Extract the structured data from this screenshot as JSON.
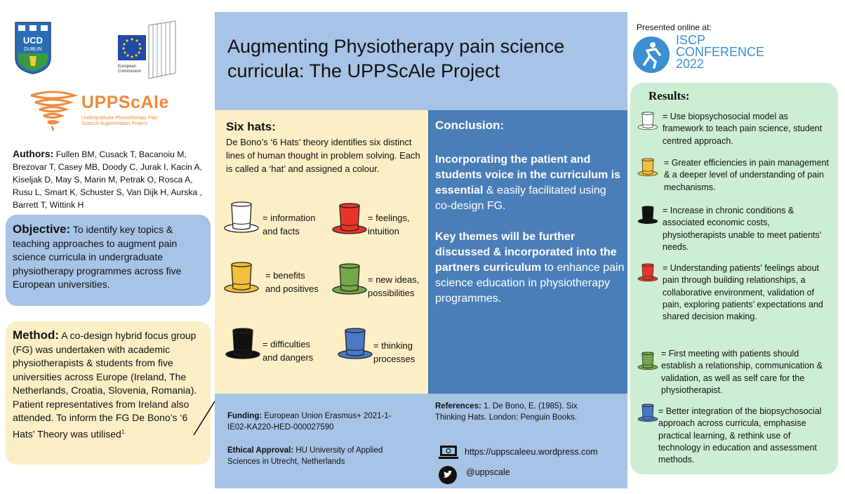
{
  "logos": {
    "ucd": "UCD DUBLIN",
    "eu": "European Commission",
    "uppscale": "UPPScAle",
    "uppscale_tagline": "Undergraduate Physiotherapy Pain Science Augmentation Project"
  },
  "authors": {
    "label": "Authors:",
    "text": "Fullen BM, Cusack T, Bacanoiu M, Brezovar T, Casey MB, Doody C, Jurak I, Kacin A, Kiseljak D, May S, Marin M, Petrak O, Rosca A, Rusu L, Smart K, Schuster S, Van Dijk H, Aurska , Barrett T, Wittink H"
  },
  "objective": {
    "label": "Objective:",
    "text": "To identify key topics & teaching approaches to augment pain science curricula in undergraduate physiotherapy programmes across five European universities."
  },
  "method": {
    "label": "Method:",
    "text": "A co-design hybrid focus group (FG) was undertaken with academic physiotherapists & students from five universities across Europe (Ireland, The Netherlands, Croatia, Slovenia, Romania). Patient representatives from Ireland also attended. To inform the FG De Bono’s ‘6 Hats’ Theory was utilised",
    "superscript": "1."
  },
  "title": "Augmenting Physiotherapy pain science curricula: The UPPScAle Project",
  "six_hats": {
    "heading": "Six hats:",
    "description": "De Bono’s ‘6 Hats’ theory identifies six distinct lines of human thought in problem solving. Each is called a ‘hat’ and assigned a colour.",
    "hats": [
      {
        "color": "#ffffff",
        "line1": "= information",
        "line2": "and facts"
      },
      {
        "color": "#e8352b",
        "line1": "= feelings,",
        "line2": "intuition"
      },
      {
        "color": "#f4bf3a",
        "line1": "= benefits",
        "line2": "and positives"
      },
      {
        "color": "#74a84a",
        "line1": "= new ideas,",
        "line2": "possibilities"
      },
      {
        "color": "#111111",
        "line1": "= difficulties",
        "line2": "and dangers"
      },
      {
        "color": "#4a78c4",
        "line1": "= thinking",
        "line2": "processes"
      }
    ]
  },
  "conclusion": {
    "heading": "Conclusion:",
    "p1_bold": "Incorporating the patient and students voice in the curriculum is essential",
    "p1_rest": " & easily facilitated using co-design FG.",
    "p2_bold": "Key themes will be further discussed & incorporated into the partners curriculum",
    "p2_rest": " to enhance pain science education in physiotherapy programmes."
  },
  "funding": {
    "label": "Funding:",
    "text": "European Union Erasmus+ 2021-1-IE02-KA220-HED-000027590"
  },
  "ethics": {
    "label": "Ethical Approval:",
    "text": "HU University of Applied Sciences in Utrecht, Netherlands"
  },
  "references": {
    "label": "References:",
    "text": "1. De Bono, E. (1985). Six Thinking Hats. London: Penguin Books."
  },
  "contact": {
    "website": "https://uppscaleeu.wordpress.com",
    "twitter": "@uppscale"
  },
  "presented": {
    "label": "Presented online at:",
    "conf_line1": "ISCP",
    "conf_line2": "CONFERENCE",
    "conf_line3": "2022"
  },
  "results": {
    "heading": "Results:",
    "items": [
      {
        "color": "#ffffff",
        "text": "= Use biopsychosocial model as framework to teach pain science, student centred approach."
      },
      {
        "color": "#f4bf3a",
        "text": "= Greater efficiencies in pain management & a deeper level of understanding of pain mechanisms."
      },
      {
        "color": "#111111",
        "text": "= Increase in chronic conditions & associated economic costs, physiotherapists unable to meet patients’ needs."
      },
      {
        "color": "#e8352b",
        "text": "= Understanding patients' feelings about pain through building relationships, a collaborative environment, validation of pain, exploring patients’ expectations and shared decision making."
      },
      {
        "color": "#74a84a",
        "text": "= First meeting with patients should establish a relationship, communication & validation, as well as self care for the physiotherapist."
      },
      {
        "color": "#4a78c4",
        "text": "= Better integration of the biopsychosocial approach across curricula, emphasise practical learning, & rethink use of technology in education and assessment methods."
      }
    ]
  }
}
